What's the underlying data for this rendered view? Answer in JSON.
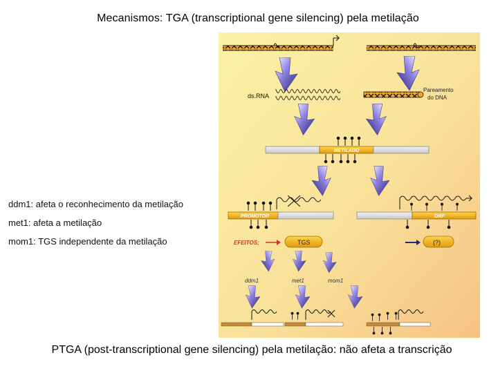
{
  "title": "Mecanismos: TGA (transcriptional gene silencing) pela metilação",
  "notes": [
    "ddm1: afeta o reconhecimento da metilação",
    "met1: afeta a metilação",
    "mom1: TGS independente da metilação"
  ],
  "bottom_caption": "PTGA (post-transcriptional gene silencing) pela metilação: não afeta a transcrição",
  "diagram": {
    "ds_rna": "ds.RNA",
    "pairing": [
      "Pareamento",
      "do DNA"
    ],
    "methylated": "METILADO",
    "promoter": "PROMOTOR",
    "orf": "ORF",
    "effects": "EFEITOS;",
    "tgs": "TGS",
    "unknown": "(?)",
    "mutants": [
      "ddm1",
      "met1",
      "mom1"
    ],
    "colors": {
      "background_top": "#fbf1a0",
      "background_bottom": "#f9c98a",
      "arrow": "#5a4fb0",
      "yellow_box": "#f2b21c",
      "gray_box": "#dcdcdc",
      "effects_red": "#d2342a"
    }
  }
}
